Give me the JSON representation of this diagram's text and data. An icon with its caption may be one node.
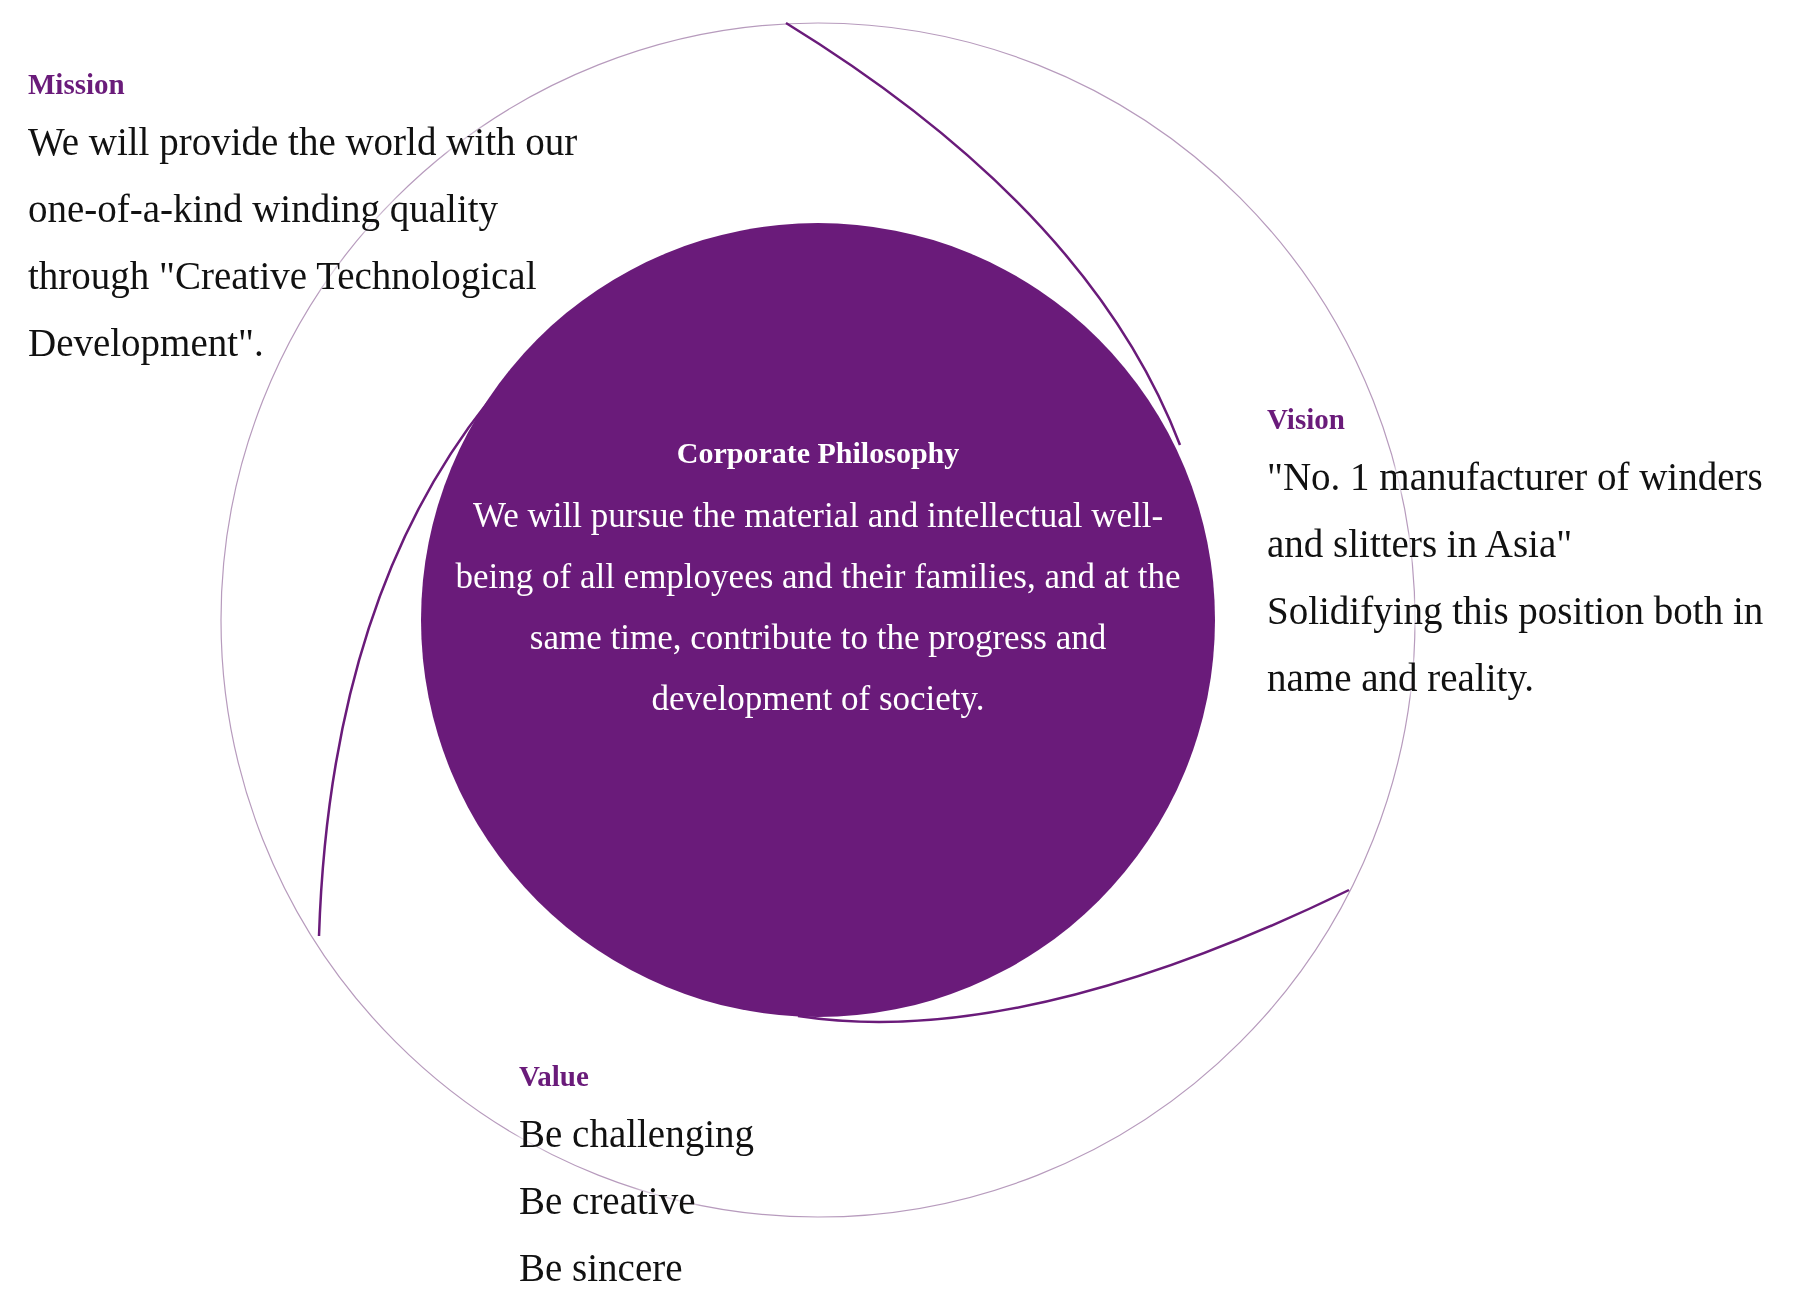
{
  "diagram": {
    "nodes": [
      {
        "text": [
          "Corporate Philosophy",
          "We will pursue the material and intellectual well-being of all employees and their families, and at the same time, contribute to the progress and development of society."
        ]
      },
      {
        "text": [
          "Mission",
          "We will provide the world with our one-of-a-kind winding quality through \"Creative Technological Development\"."
        ]
      },
      {
        "text": [
          "Vision",
          "\"No. 1 manufacturer of winders and slitters in Asia\"",
          "Solidifying this position both in name and reality."
        ]
      },
      {
        "text": [
          "Value",
          "Be challenging",
          "Be creative",
          "Be sincere"
        ]
      }
    ]
  }
}
